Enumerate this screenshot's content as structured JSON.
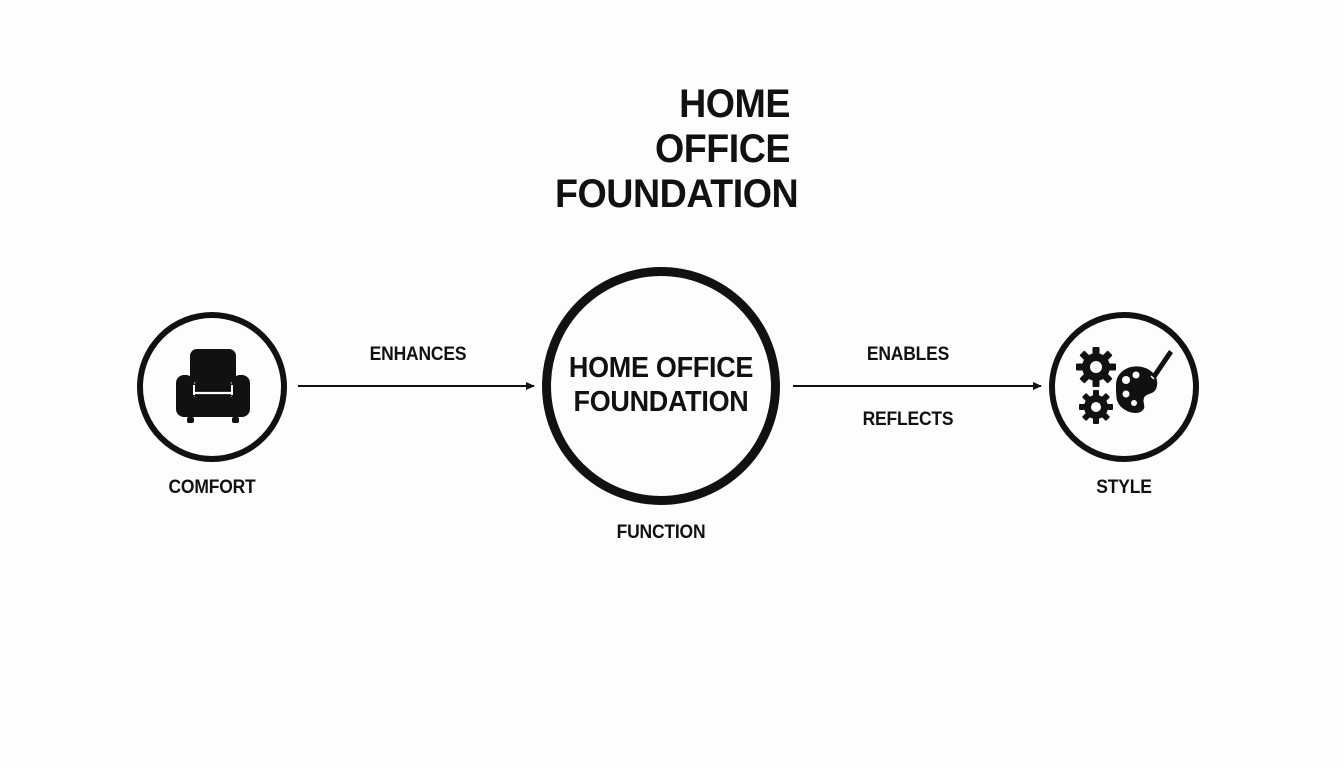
{
  "title": {
    "line1": "HOME OFFICE",
    "line2": "FOUNDATION"
  },
  "nodes": {
    "left": {
      "label": "COMFORT",
      "icon": "armchair-icon"
    },
    "center": {
      "line1": "HOME OFFICE",
      "line2": "FOUNDATION",
      "label": "FUNCTION"
    },
    "right": {
      "label": "STYLE",
      "icon": "gears-and-palette-icon"
    }
  },
  "edges": {
    "left_to_center": {
      "label": "ENHANCES"
    },
    "center_to_right": {
      "label_top": "ENABLES",
      "label_bottom": "REFLECTS"
    }
  },
  "colors": {
    "ink": "#111111",
    "background": "#fdfdfd"
  }
}
